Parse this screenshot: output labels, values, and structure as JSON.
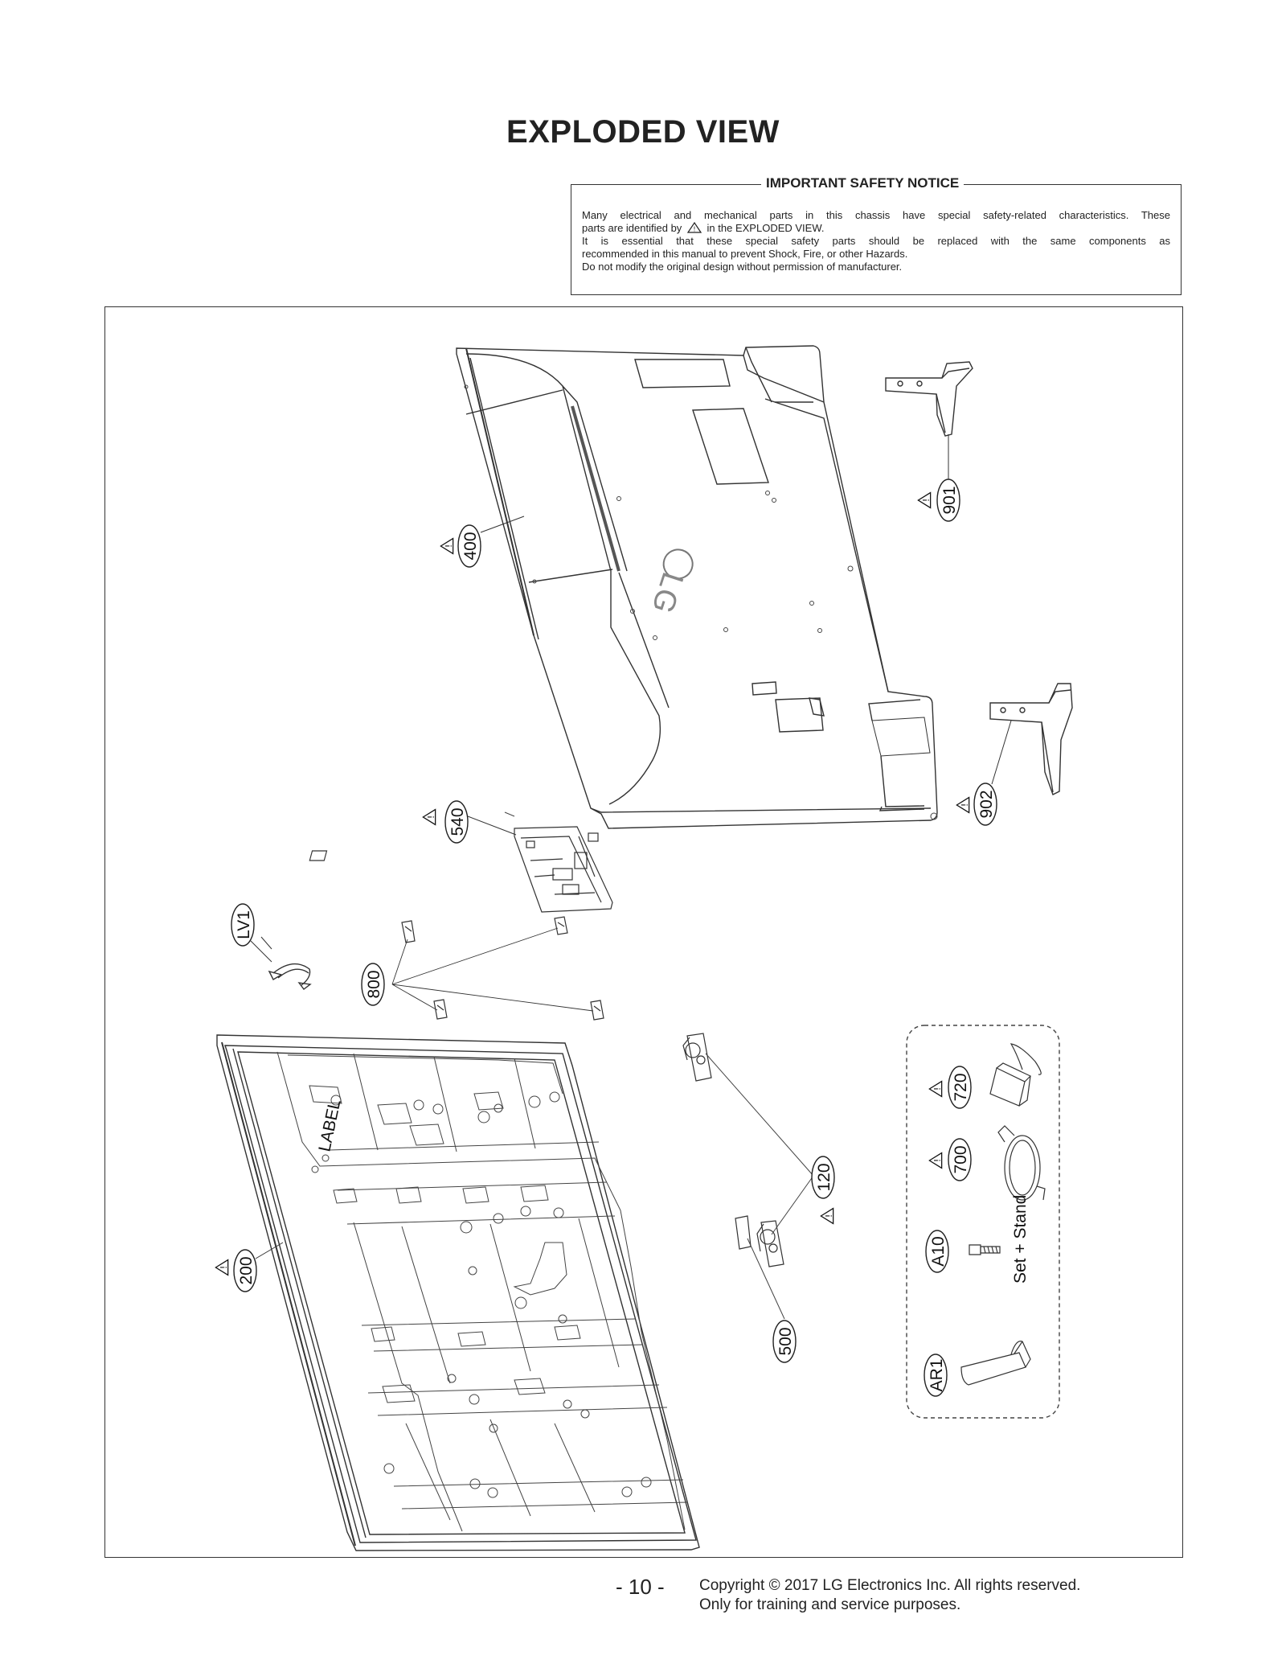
{
  "page": {
    "title": "EXPLODED VIEW",
    "page_number": "- 10 -",
    "copyright": "Copyright © 2017 LG Electronics Inc. All rights reserved.",
    "training_note": "Only for training and service purposes."
  },
  "notice": {
    "heading": "IMPORTANT SAFETY NOTICE",
    "line1": "Many electrical and mechanical parts in this chassis have special safety-related characteristics. These",
    "line2_pre": "parts are identified by",
    "line2_post": "in the EXPLODED VIEW.",
    "line3": "It is essential that these special safety parts should be replaced with the same components as",
    "line4": "recommended in this manual to prevent Shock, Fire, or other Hazards.",
    "line5": "Do not modify the original design without permission of manufacturer."
  },
  "diagram": {
    "brand_logo": "LG",
    "label_text": "LABEL",
    "set_stand_note": "Set + Stand",
    "warning_icon": "warning-triangle-icon",
    "parts": [
      {
        "id": "400",
        "safety": true
      },
      {
        "id": "901",
        "safety": true
      },
      {
        "id": "902",
        "safety": true
      },
      {
        "id": "540",
        "safety": true
      },
      {
        "id": "LV1",
        "safety": false
      },
      {
        "id": "800",
        "safety": false
      },
      {
        "id": "200",
        "safety": true
      },
      {
        "id": "120",
        "safety": true
      },
      {
        "id": "500",
        "safety": false
      },
      {
        "id": "720",
        "safety": true
      },
      {
        "id": "700",
        "safety": true
      },
      {
        "id": "A10",
        "safety": false
      },
      {
        "id": "AR1",
        "safety": false
      }
    ]
  }
}
